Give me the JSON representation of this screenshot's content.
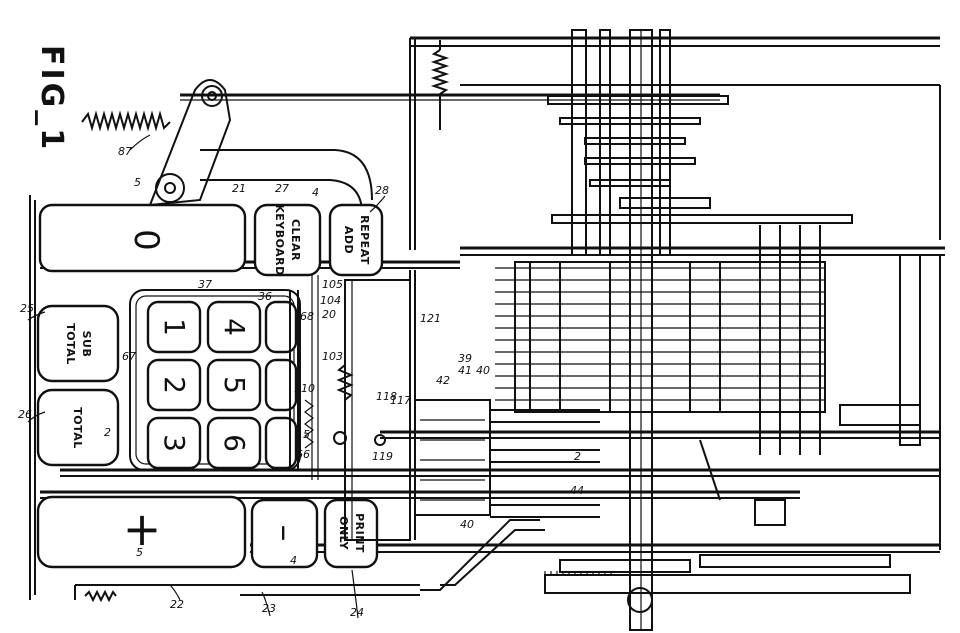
{
  "figure_label": "FIG_1",
  "keys": {
    "zero": "0",
    "clear_keyboard_line1": "CLEAR",
    "clear_keyboard_line2": "KEYBOARD",
    "repeat_add_line1": "REPEAT",
    "repeat_add_line2": "ADD",
    "sub_total_line1": "SUB",
    "sub_total_line2": "TOTAL",
    "total": "TOTAL",
    "plus": "+",
    "minus": "–",
    "print_only_line1": "PRINT",
    "print_only_line2": "ONLY",
    "digits": [
      "1",
      "2",
      "3",
      "4",
      "5",
      "6"
    ]
  },
  "reference_numerals": [
    "87",
    "5",
    "21",
    "27",
    "4",
    "28",
    "25",
    "37",
    "36",
    "105",
    "104",
    "20",
    "68",
    "121",
    "67",
    "103",
    "39",
    "41",
    "40",
    "42",
    "110",
    "118",
    "117",
    "26",
    "2",
    "15",
    "66",
    "119",
    "2",
    "44",
    "40",
    "5",
    "4",
    "22",
    "23",
    "24"
  ]
}
